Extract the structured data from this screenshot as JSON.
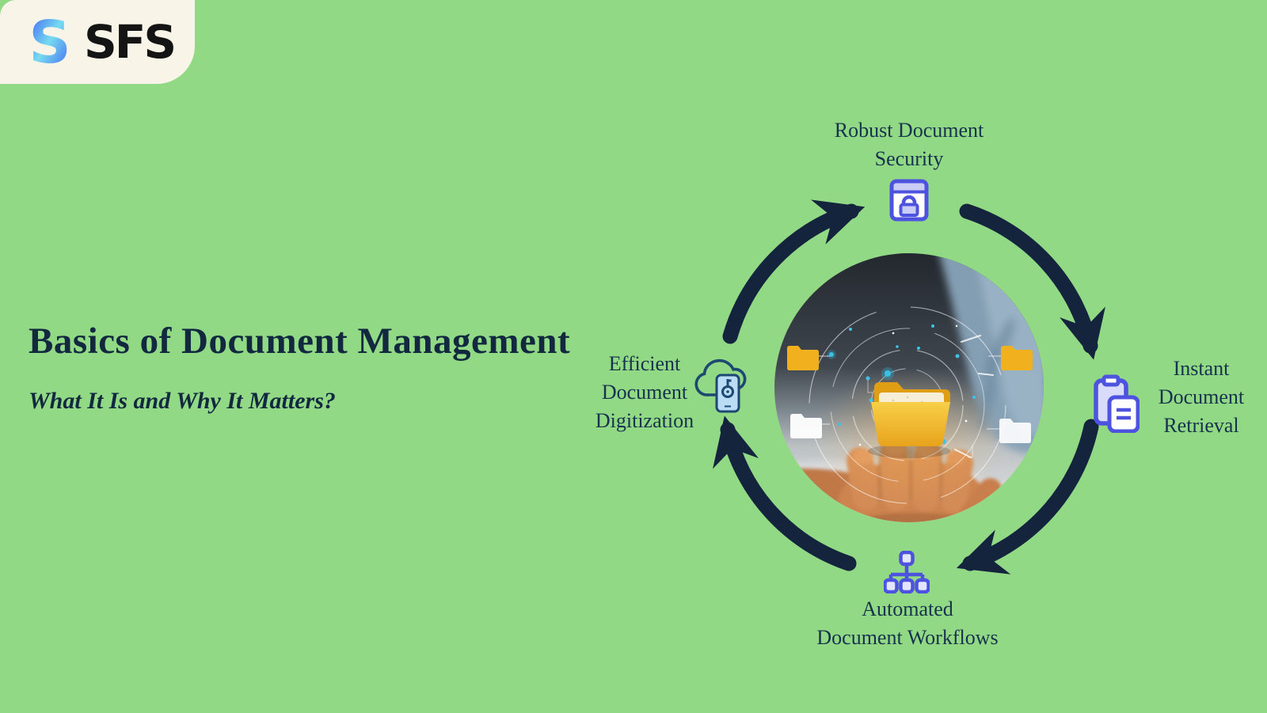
{
  "canvas": {
    "background_color": "#91d985",
    "navy_color": "#14243d"
  },
  "logo": {
    "text": "SFS",
    "card_color": "#f9f4e8",
    "mark_blue": "#3b55f2",
    "mark_cyan": "#76dbf1"
  },
  "hero": {
    "title": "Basics of Document Management",
    "subtitle": "What It Is and Why It Matters?",
    "text_color": "#12283f"
  },
  "cycle": {
    "arrow_color": "#14243d",
    "icon_stroke_color": "#4d53df",
    "icon_fill_color": "#d8dbfa",
    "center_image_alt": "Hand presenting a glowing holographic yellow folder surrounded by file icons",
    "items": [
      {
        "position": "top",
        "icon": "secure-browser-lock-icon",
        "lines": [
          "Robust Document",
          "Security"
        ]
      },
      {
        "position": "right",
        "icon": "clipboard-document-icon",
        "lines": [
          "Instant",
          "Document",
          "Retrieval"
        ]
      },
      {
        "position": "bottom",
        "icon": "workflow-hierarchy-icon",
        "lines": [
          "Automated",
          "Document Workflows"
        ]
      },
      {
        "position": "left",
        "icon": "cloud-digitization-icon",
        "lines": [
          "Efficient",
          "Document",
          "Digitization"
        ]
      }
    ]
  }
}
